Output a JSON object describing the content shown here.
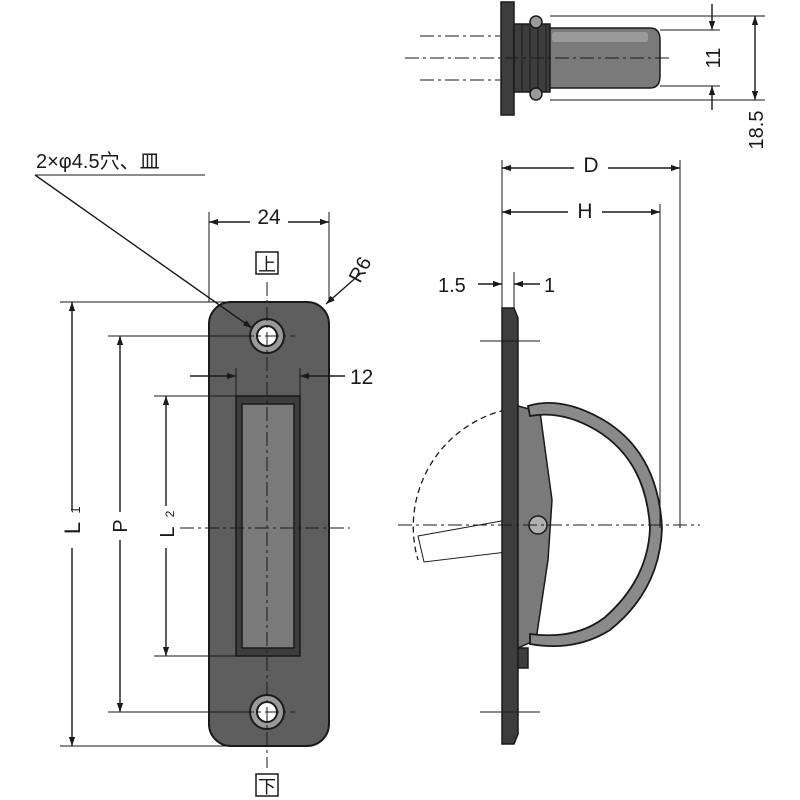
{
  "labels": {
    "hole_note": "2×φ4.5穴、皿",
    "width": "24",
    "radius": "R6",
    "slot_width": "12",
    "top_mark": "上",
    "bottom_mark": "下",
    "dim_L1_main": "L",
    "dim_L1_sub": "1",
    "dim_P": "P",
    "dim_L2_main": "L",
    "dim_L2_sub": "2",
    "dim_11": "11",
    "dim_18_5": "18.5",
    "dim_D": "D",
    "dim_H": "H",
    "dim_1_5": "1.5",
    "dim_1": "1"
  }
}
